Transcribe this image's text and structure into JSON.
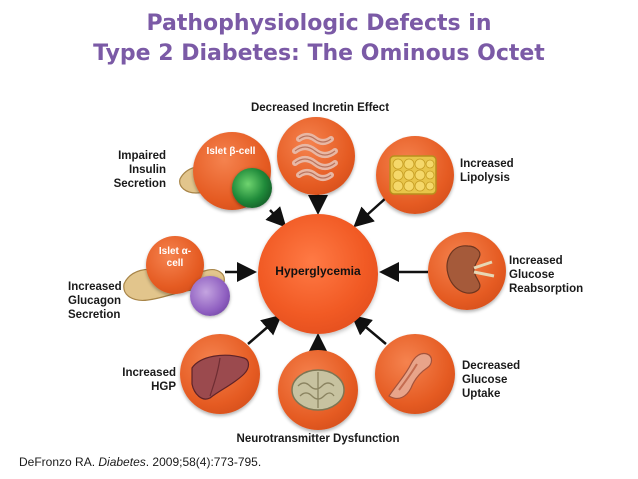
{
  "title": {
    "line1": "Pathophysiologic Defects in",
    "line2": "Type 2 Diabetes: The Ominous Octet"
  },
  "hub": {
    "label": "Hyperglycemia"
  },
  "nodes": {
    "incretin": {
      "label": "Decreased Incretin Effect",
      "icon": "intestine-image"
    },
    "lipolysis": {
      "label": "Increased\nLipolysis",
      "icon": "fat-tissue-image"
    },
    "glucose_reabsorption": {
      "label": "Increased\nGlucose\nReabsorption",
      "icon": "kidney-image"
    },
    "glucose_uptake": {
      "label": "Decreased\nGlucose\nUptake",
      "icon": "muscle-arm-image"
    },
    "neurotransmitter": {
      "label": "Neurotransmitter Dysfunction",
      "icon": "brain-image"
    },
    "hgp": {
      "label": "Increased\nHGP",
      "icon": "liver-image"
    },
    "glucagon": {
      "label": "Increased\nGlucagon\nSecretion",
      "icon": "pancreas-image",
      "cell_tag": "Islet α-\ncell"
    },
    "insulin": {
      "label": "Impaired\nInsulin\nSecretion",
      "icon": "pancreas-image",
      "cell_tag": "Islet β-cell"
    }
  },
  "citation": {
    "authors": "DeFronzo RA.",
    "journal": "Diabetes",
    "details": ". 2009;58(4):773-795."
  },
  "colors": {
    "title": "#7b5aa6",
    "node_orange": "#e55b22",
    "hub_orange": "#f15a24",
    "arrow": "#111111"
  }
}
